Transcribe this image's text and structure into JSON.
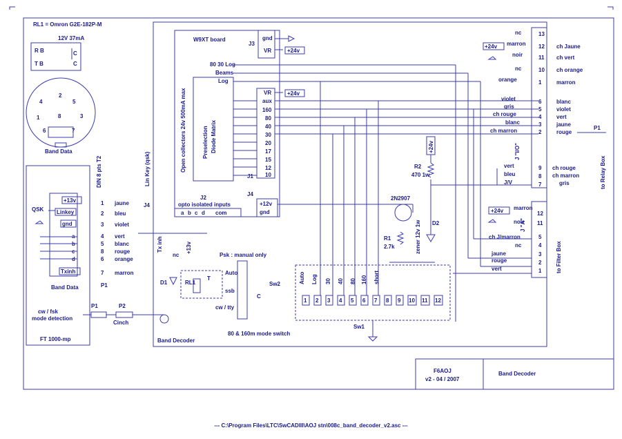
{
  "footer": "--- C:\\Program Files\\LTC\\SwCADIII\\AOJ stn\\008c_band_decoder_v2.asc ---",
  "relay": {
    "title": "RL1 = Omron G2E-182P-M",
    "coil": "12V 37mA",
    "rb": "R B",
    "tb": "T B",
    "c1": "C",
    "c2": "C"
  },
  "din": {
    "caption": "Band Data",
    "pins": [
      "1",
      "2",
      "3",
      "4",
      "5",
      "6",
      "7",
      "8"
    ]
  },
  "radio": {
    "title": "FT 1000-mp",
    "band_data": "Band Data",
    "p1": "P1",
    "qsk": "QSK",
    "pins": [
      "+13v",
      "Linkey",
      "gnd",
      "a",
      "b",
      "c",
      "d",
      "Txinh"
    ]
  },
  "din_label": "DIN 8 pts T2",
  "p1_pins": [
    "1",
    "2",
    "3",
    "4",
    "5",
    "8",
    "6",
    "7"
  ],
  "p1_colors": [
    "jaune",
    "bleu",
    "violet",
    "vert",
    "blanc",
    "rouge",
    "orange",
    "marron"
  ],
  "cw_fsk": "cw / fsk",
  "mode_det": "mode detection",
  "p1_label": "P1",
  "p2_label": "P2",
  "cinch": "Cinch",
  "band_decoder": "Band Decoder",
  "lin_key": "Lin Key (qsk)",
  "j4_left": "J4",
  "w9xt": "W9XT board",
  "j3": "J3",
  "gnd": "gnd",
  "vr": "VR",
  "p24": "+24v",
  "oc": "Open collectors 24v  500mA max",
  "preselect": "Preselection",
  "diode": "Diode Matrix",
  "outs": [
    "80 30 Log",
    "Beams",
    "Log"
  ],
  "bands": [
    "VR",
    "aux",
    "160",
    "80",
    "40",
    "30",
    "20",
    "17",
    "15",
    "12",
    "10"
  ],
  "j1": "J1",
  "j2": "J2",
  "opto": "opto isolated inputs",
  "abcd": [
    "a",
    "b",
    "c",
    "d"
  ],
  "com": "com",
  "j4r": "J4",
  "p12": "+12v",
  "gnd2": "gnd",
  "txinh": "Tx inh",
  "nc": "nc",
  "p13": "+13v",
  "d1": "D1",
  "rl1": "RL1",
  "t": "T",
  "psk": "Psk : manual only",
  "sw2_modes": [
    "Auto",
    "ssb",
    "cw / tty"
  ],
  "sw2": "Sw2",
  "c": "C",
  "mode_sw": "80 & 160m mode switch",
  "sw1_top": [
    "Auto",
    "Log",
    "30",
    "40",
    "80",
    "160",
    "short"
  ],
  "sw1_pins": [
    "1",
    "2",
    "3",
    "4",
    "5",
    "6",
    "7",
    "8",
    "9",
    "10",
    "11",
    "12"
  ],
  "sw1": "Sw1",
  "q1": "2N2907",
  "r1": "R1",
  "r1v": "2.7k",
  "zener": "zener 12v 1w",
  "d2": "D2",
  "r2": "R2",
  "r2v": "470 1w",
  "j_io": "J \"I/O\"",
  "io_pins": [
    "13",
    "12",
    "11",
    "10",
    "1",
    "6",
    "5",
    "4",
    "3",
    "2",
    "9",
    "8",
    "7"
  ],
  "io_left": [
    "nc",
    "marron",
    "noir",
    "nc",
    "orange",
    "violet",
    "gris",
    "ch rouge",
    "blanc",
    "ch marron",
    "vert",
    "bleu",
    "J/V"
  ],
  "io_right": [
    "ch Jaune",
    "ch vert",
    "ch orange",
    "marron",
    "blanc",
    "violet",
    "vert",
    "jaune",
    "rouge",
    "ch rouge",
    "ch marron",
    "gris"
  ],
  "relay_box": "to Relay Box",
  "p1r": "P1",
  "ja": "J \"A\"",
  "a_pins": [
    "12",
    "11",
    "5",
    "4",
    "3",
    "2",
    "1"
  ],
  "a_left": [
    "marron",
    "noir",
    "ch J/marron",
    "nc",
    "jaune",
    "rouge",
    "vert"
  ],
  "filter_box": "to Filter Box",
  "title_call": "F6AOJ",
  "title_ver": "v2 - 04 / 2007",
  "title_name": "Band Decoder"
}
